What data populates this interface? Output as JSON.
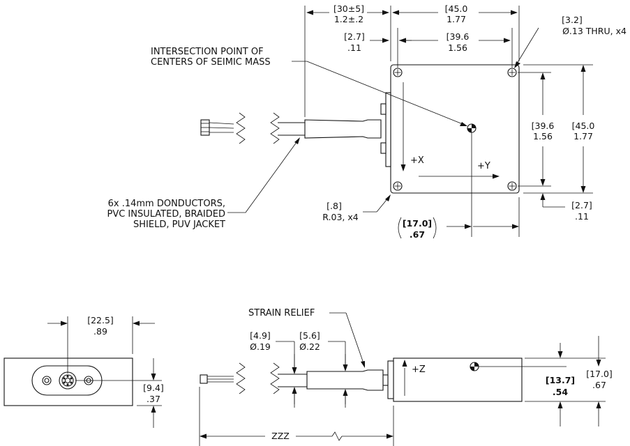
{
  "top_view": {
    "dims": {
      "cable_len_mm": "[30±5]",
      "cable_len_in": "1.2±.2",
      "width_mm": "[45.0",
      "width_in": "1.77",
      "edge_x_mm": "[2.7]",
      "edge_x_in": ".11",
      "hole_x_mm": "[39.6",
      "hole_x_in": "1.56",
      "hole_dia_mm": "[3.2]",
      "hole_dia_in": "Ø.13 THRU, x4",
      "hole_y_mm": "[39.6",
      "hole_y_in": "1.56",
      "height_mm": "[45.0",
      "height_in": "1.77",
      "edge_y_mm": "[2.7]",
      "edge_y_in": ".11",
      "radius_mm": "[.8]",
      "radius_in": "R.03, x4",
      "mass_y_mm": "[17.0]",
      "mass_y_in": ".67"
    },
    "notes": {
      "mass_line1": "INTERSECTION POINT OF",
      "mass_line2": "CENTERS OF SEIMIC MASS",
      "cable_line1": "6x .14mm DONDUCTORS,",
      "cable_line2": "PVC INSULATED, BRAIDED",
      "cable_line3": "SHIELD, PUV JACKET"
    },
    "axes": {
      "x": "+X",
      "y": "+Y"
    }
  },
  "end_view": {
    "dims": {
      "conn_pos_mm": "[22.5]",
      "conn_pos_in": ".89",
      "conn_h_mm": "[9.4]",
      "conn_h_in": ".37"
    }
  },
  "side_view": {
    "notes": {
      "strain_relief": "STRAIN RELIEF"
    },
    "axes": {
      "z": "+Z"
    },
    "dims": {
      "cable_dia_mm": "[4.9]",
      "cable_dia_in": "Ø.19",
      "relief_dia_mm": "[5.6]",
      "relief_dia_in": "Ø.22",
      "height_mm": "[13.7]",
      "height_in": ".54",
      "mass_z_mm": "[17.0]",
      "mass_z_in": ".67",
      "cable_total": "ZZZ"
    }
  }
}
